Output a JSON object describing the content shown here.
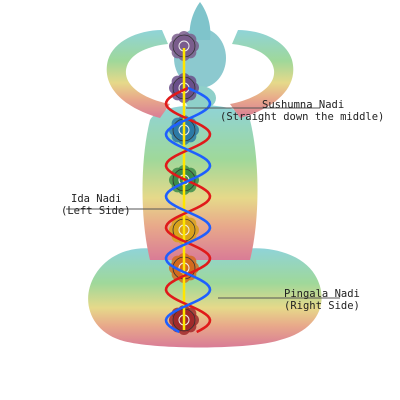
{
  "labels": {
    "sushumna": {
      "title": "Sushumna Nadi",
      "note": "(Straight down the middle)"
    },
    "ida": {
      "title": "Ida Nadi",
      "note": "(Left Side)"
    },
    "pingala": {
      "title": "Pingala Nadi",
      "note": "(Right Side)"
    }
  },
  "colors": {
    "sushumna": "#ffe600",
    "ida": "#e01a1a",
    "pingala": "#1e5fff",
    "pointer": "#555555"
  },
  "chakras": [
    {
      "name": "crown-chakra",
      "color": "#7a5d8c"
    },
    {
      "name": "third-eye-chakra",
      "color": "#6a4f8a"
    },
    {
      "name": "throat-chakra",
      "color": "#2d7aa6"
    },
    {
      "name": "heart-chakra",
      "color": "#3c8c4a"
    },
    {
      "name": "solar-plexus-chakra",
      "color": "#d9a21a"
    },
    {
      "name": "sacral-chakra",
      "color": "#d36b1e"
    },
    {
      "name": "root-chakra",
      "color": "#a02a2a"
    }
  ]
}
